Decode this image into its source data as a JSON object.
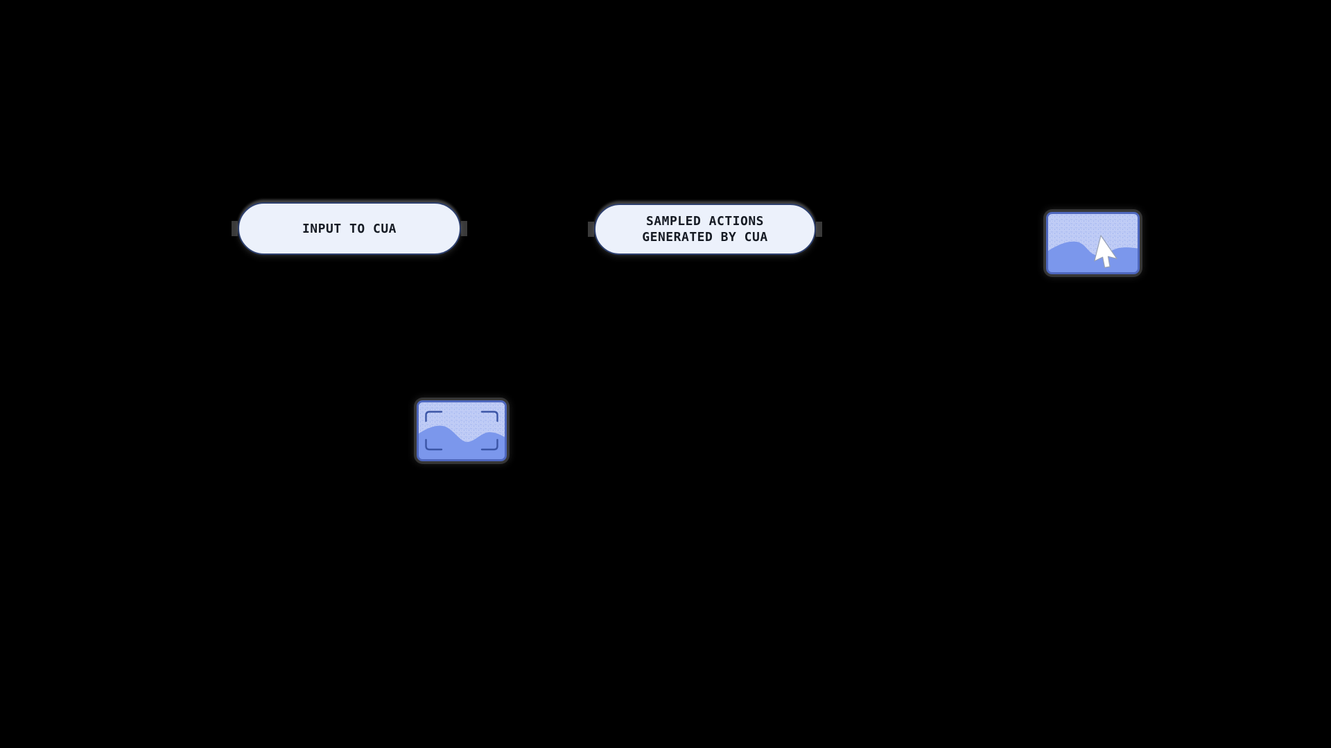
{
  "diagram": {
    "nodes": {
      "input_pill": {
        "label": "INPUT TO CUA"
      },
      "sampled_pill": {
        "line1": "SAMPLED ACTIONS",
        "line2": "GENERATED BY CUA"
      }
    },
    "icons": {
      "left_thumbnail": "screenshot-thumbnail-viewfinder-icon",
      "right_thumbnail": "screenshot-thumbnail-cursor-icon",
      "viewfinder": "viewfinder-brackets-icon",
      "cursor": "cursor-arrow-icon",
      "connector_stub": "connector-stub-icon"
    },
    "colors": {
      "background": "#000000",
      "pill_fill": "#ECF1FB",
      "pill_border": "#2D3F6D",
      "pill_text": "#161B24",
      "thumbnail_fill": "#B3C2F3",
      "thumbnail_dot_ring": "#CBD5F8",
      "thumbnail_wave": "#7B97EC",
      "thumbnail_border": "#4E67BE",
      "viewfinder_bracket": "#3B55A6",
      "cursor_fill": "#FFFFFF",
      "shadow_artifact_gray": "#787878"
    }
  }
}
